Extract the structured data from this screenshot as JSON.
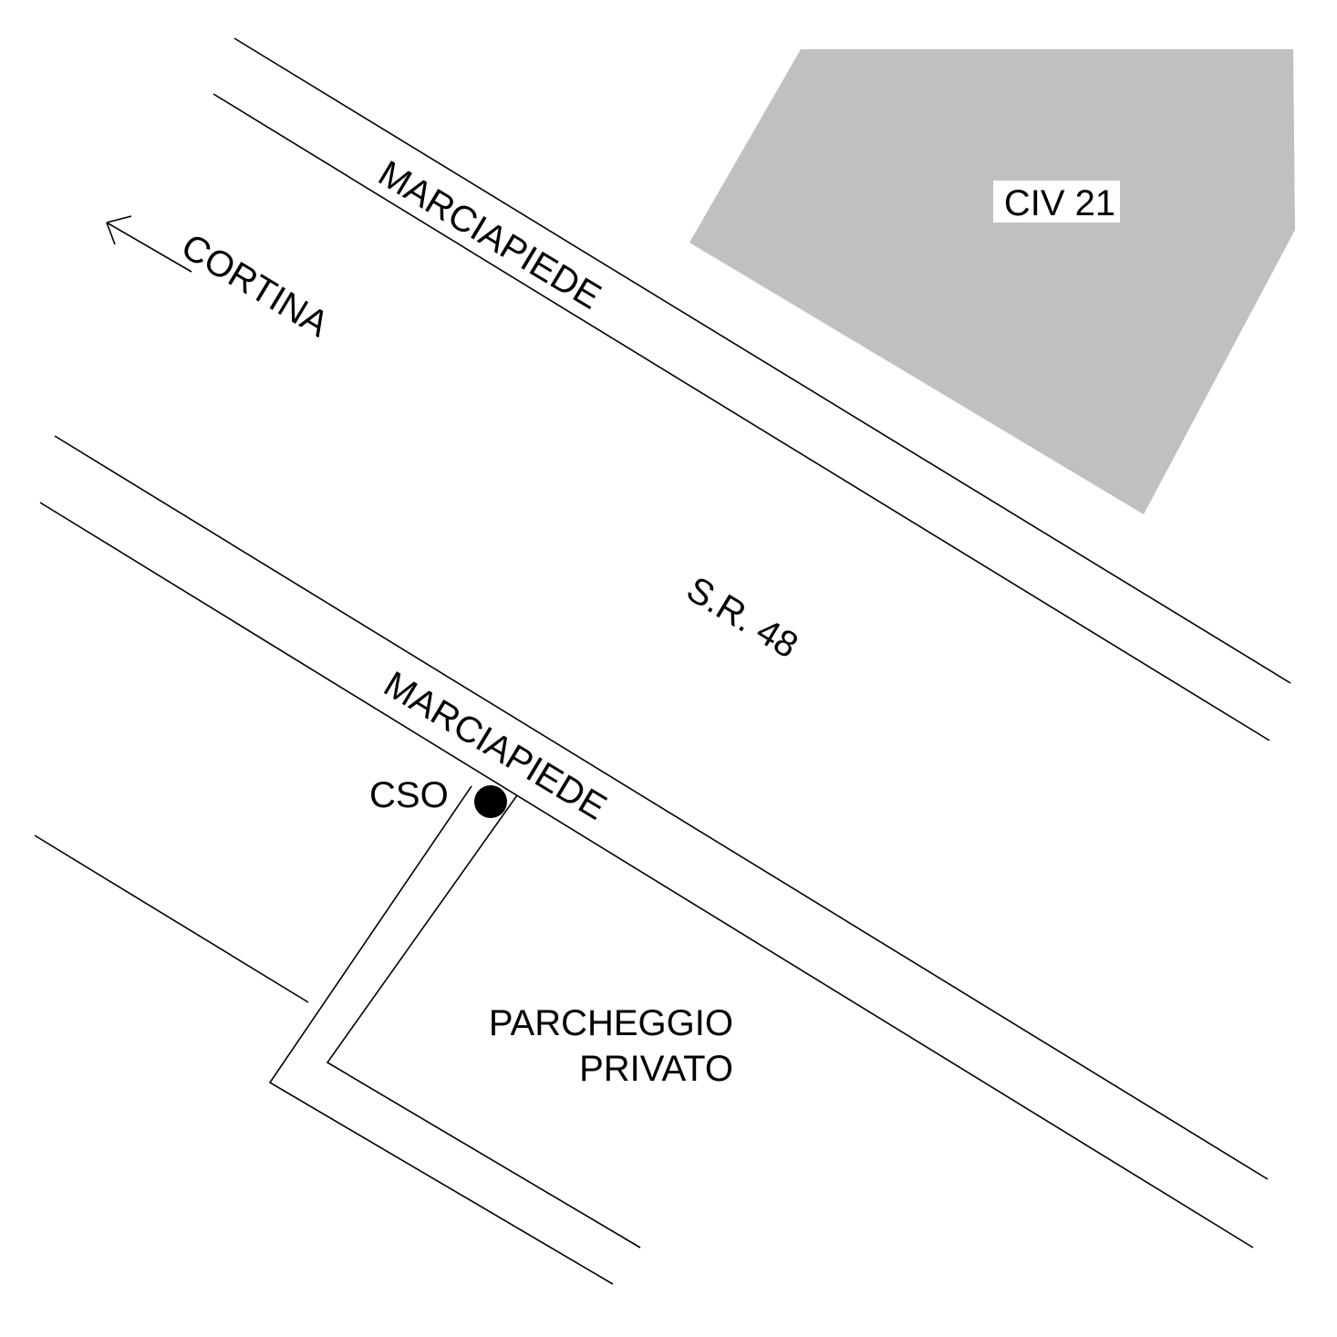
{
  "labels": {
    "cortina": "CORTINA",
    "sidewalk_north": "MARCIAPIEDE",
    "sidewalk_south": "MARCIAPIEDE",
    "road": "S.R. 48",
    "building": "CIV 21",
    "manhole": "CSO",
    "parking_line1": "PARCHEGGIO",
    "parking_line2": "PRIVATO"
  },
  "colors": {
    "building_fill": "#c0c0c0",
    "line": "#000000",
    "background": "#ffffff"
  },
  "icons": {
    "direction": "arrow-left-icon",
    "manhole": "filled-circle-icon"
  }
}
